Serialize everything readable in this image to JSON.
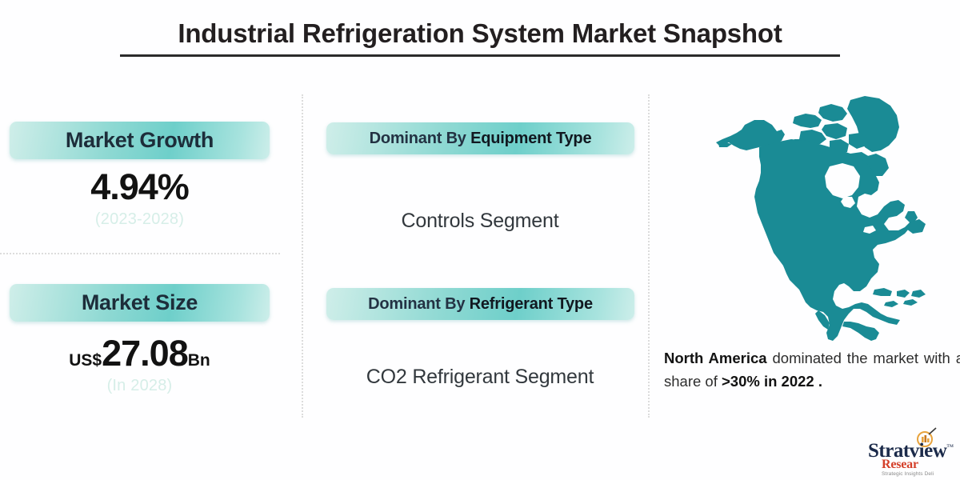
{
  "header": {
    "title": "Industrial Refrigeration System Market Snapshot"
  },
  "left_column": {
    "growth": {
      "pill_label": "Market Growth",
      "value": "4.94%",
      "period": "(2023-2028)"
    },
    "size": {
      "pill_label": "Market Size",
      "currency_prefix": "US$",
      "value": "27.08",
      "unit_suffix": "Bn",
      "period": "(In 2028)"
    }
  },
  "middle_column": {
    "equipment": {
      "pill_lead": "Dominant By ",
      "pill_emphasis": "Equipment Type",
      "segment": "Controls Segment"
    },
    "refrigerant": {
      "pill_lead": "Dominant By ",
      "pill_emphasis": "Refrigerant Type",
      "segment": "CO2 Refrigerant Segment"
    }
  },
  "right_column": {
    "map_region": "North America",
    "note": {
      "bold_region": "North America",
      "text_mid": " dominated the market with a share of ",
      "bold_stat": ">30% in 2022",
      "text_end": " ."
    }
  },
  "logo": {
    "name": "Stratview",
    "trademark": "™",
    "sub": "Resear",
    "tagline": "Strategic Insights Deli"
  },
  "colors": {
    "teal_map": "#1a8b95",
    "pill_gradient_light": "#cfeee9",
    "pill_gradient_deep": "#6ecfca",
    "title_dark": "#231f20",
    "period_mint": "#d6eee8",
    "logo_navy": "#1b2a4a",
    "logo_red": "#d4402a"
  }
}
